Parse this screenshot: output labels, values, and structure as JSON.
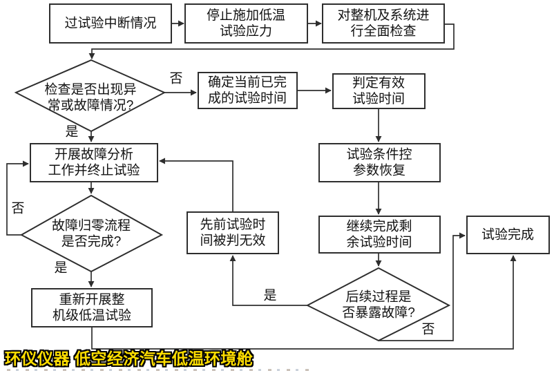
{
  "colors": {
    "background": "#ffffff",
    "edge": "#2e2e2e",
    "node-border": "#2e2e2e",
    "node-fill": "#ffffff",
    "text": "#111111",
    "banner-fill": "#ffde00",
    "banner-outline": "#000000"
  },
  "banner": {
    "text": "环仪仪器 低空经济汽车低温环境舱"
  },
  "flow": {
    "nodes": {
      "interrupt": {
        "type": "process",
        "lines": [
          "过试验中断情况"
        ]
      },
      "stop_stress": {
        "type": "process",
        "lines": [
          "停止施加低温",
          "试验应力"
        ]
      },
      "full_check": {
        "type": "process",
        "lines": [
          "对整机及系统进",
          "行全面检查"
        ]
      },
      "check_abnormal": {
        "type": "decision",
        "lines": [
          "检查是否出现异",
          "常或故障情况?"
        ]
      },
      "confirm_time": {
        "type": "process",
        "lines": [
          "确定当前已完",
          "成的试验时间"
        ]
      },
      "judge_valid": {
        "type": "process",
        "lines": [
          "判定有效",
          "试验时间"
        ]
      },
      "restore_params": {
        "type": "process",
        "lines": [
          "试验条件控",
          "参数恢复"
        ]
      },
      "continue_remaining": {
        "type": "process",
        "lines": [
          "继续完成剩",
          "余试验时间"
        ]
      },
      "test_complete": {
        "type": "process",
        "lines": [
          "试验完成"
        ]
      },
      "fault_analysis": {
        "type": "process",
        "lines": [
          "开展故障分析",
          "工作并终止试验"
        ]
      },
      "fault_zero_done": {
        "type": "decision",
        "lines": [
          "故障归零流程",
          "是否完成?"
        ]
      },
      "prev_time_invalid": {
        "type": "process",
        "lines": [
          "先前试验时",
          "间被判无效"
        ]
      },
      "redo_full_test": {
        "type": "process",
        "lines": [
          "重新开展整",
          "机级低温试验"
        ]
      },
      "expose_fault": {
        "type": "decision",
        "lines": [
          "后续过程是",
          "否暴露故障?"
        ]
      }
    },
    "branch_labels": {
      "check_abnormal_no": "否",
      "check_abnormal_yes": "是",
      "fault_zero_no": "否",
      "fault_zero_yes": "是",
      "expose_fault_yes": "是",
      "expose_fault_no": "否"
    }
  }
}
